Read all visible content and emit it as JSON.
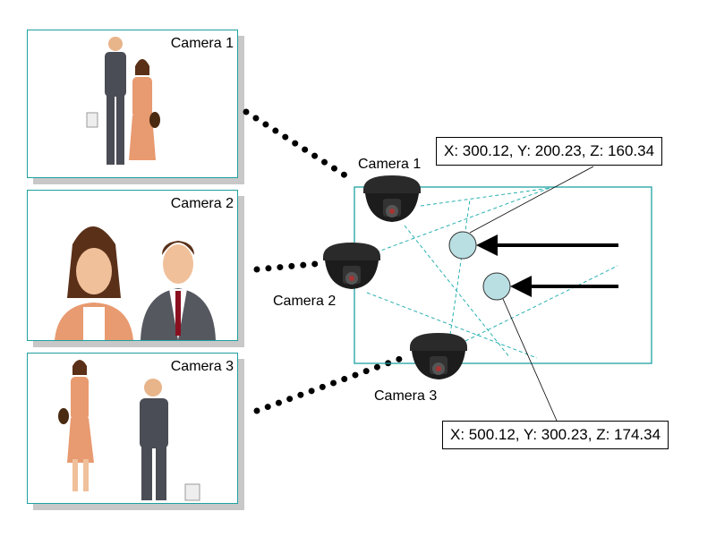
{
  "panels": [
    {
      "title": "Camera 1"
    },
    {
      "title": "Camera 2"
    },
    {
      "title": "Camera 3"
    }
  ],
  "cameras": [
    {
      "label": "Camera 1"
    },
    {
      "label": "Camera 2"
    },
    {
      "label": "Camera 3"
    }
  ],
  "targets": [
    {
      "coords": "X: 300.12, Y: 200.23, Z: 160.34"
    },
    {
      "coords": "X: 500.12, Y: 300.23, Z: 174.34"
    }
  ],
  "colors": {
    "frame": "#1fa0a0",
    "target": "#b9dfe3",
    "fov": "#2ab0b0"
  }
}
